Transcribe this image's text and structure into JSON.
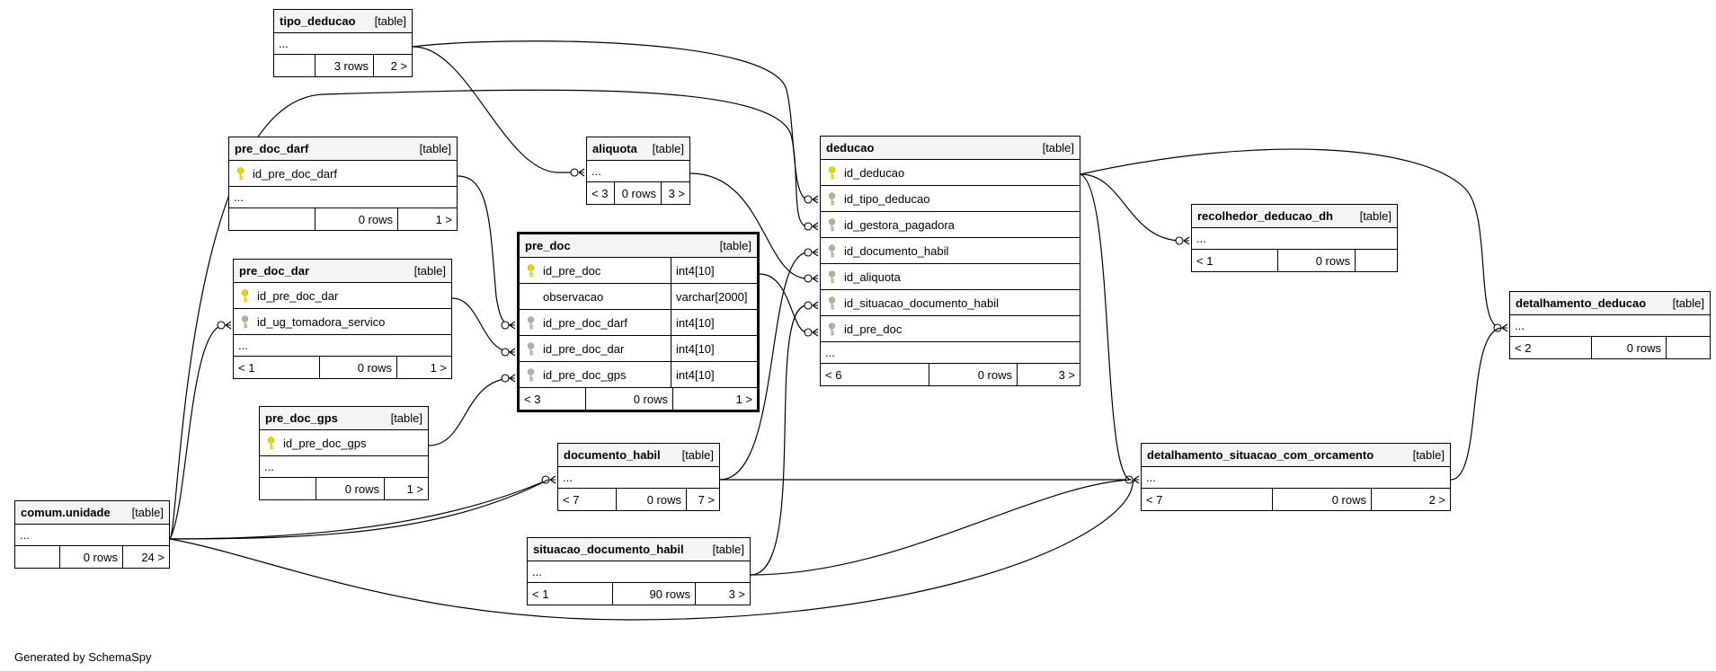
{
  "footer_text": "Generated by SchemaSpy",
  "tables": {
    "tipo_deducao": {
      "name": "tipo_deducao",
      "type": "[table]",
      "columns": [],
      "ellipsis": "...",
      "parents": "",
      "rows": "3 rows",
      "children": "2 >"
    },
    "pre_doc_darf": {
      "name": "pre_doc_darf",
      "type": "[table]",
      "columns": [
        {
          "name": "id_pre_doc_darf",
          "key": "pk"
        }
      ],
      "ellipsis": "...",
      "parents": "",
      "rows": "0 rows",
      "children": "1 >"
    },
    "aliquota": {
      "name": "aliquota",
      "type": "[table]",
      "columns": [],
      "ellipsis": "...",
      "parents": "< 3",
      "rows": "0 rows",
      "children": "3 >"
    },
    "deducao": {
      "name": "deducao",
      "type": "[table]",
      "columns": [
        {
          "name": "id_deducao",
          "key": "pk"
        },
        {
          "name": "id_tipo_deducao",
          "key": "fk"
        },
        {
          "name": "id_gestora_pagadora",
          "key": "fk"
        },
        {
          "name": "id_documento_habil",
          "key": "fk"
        },
        {
          "name": "id_aliquota",
          "key": "fk"
        },
        {
          "name": "id_situacao_documento_habil",
          "key": "fk"
        },
        {
          "name": "id_pre_doc",
          "key": "fk"
        }
      ],
      "ellipsis": "...",
      "parents": "< 6",
      "rows": "0 rows",
      "children": "3 >"
    },
    "recolhedor_deducao_dh": {
      "name": "recolhedor_deducao_dh",
      "type": "[table]",
      "columns": [],
      "ellipsis": "...",
      "parents": "< 1",
      "rows": "0 rows",
      "children": ""
    },
    "pre_doc": {
      "name": "pre_doc",
      "type": "[table]",
      "columns": [
        {
          "name": "id_pre_doc",
          "key": "pk",
          "dtype": "int4[10]"
        },
        {
          "name": "observacao",
          "key": "",
          "dtype": "varchar[2000]"
        },
        {
          "name": "id_pre_doc_darf",
          "key": "fk",
          "dtype": "int4[10]"
        },
        {
          "name": "id_pre_doc_dar",
          "key": "fk",
          "dtype": "int4[10]"
        },
        {
          "name": "id_pre_doc_gps",
          "key": "fk",
          "dtype": "int4[10]"
        }
      ],
      "ellipsis": "",
      "parents": "< 3",
      "rows": "0 rows",
      "children": "1 >"
    },
    "pre_doc_dar": {
      "name": "pre_doc_dar",
      "type": "[table]",
      "columns": [
        {
          "name": "id_pre_doc_dar",
          "key": "pk"
        },
        {
          "name": "id_ug_tomadora_servico",
          "key": "fk"
        }
      ],
      "ellipsis": "...",
      "parents": "< 1",
      "rows": "0 rows",
      "children": "1 >"
    },
    "detalhamento_deducao": {
      "name": "detalhamento_deducao",
      "type": "[table]",
      "columns": [],
      "ellipsis": "...",
      "parents": "< 2",
      "rows": "0 rows",
      "children": ""
    },
    "pre_doc_gps": {
      "name": "pre_doc_gps",
      "type": "[table]",
      "columns": [
        {
          "name": "id_pre_doc_gps",
          "key": "pk"
        }
      ],
      "ellipsis": "...",
      "parents": "",
      "rows": "0 rows",
      "children": "1 >"
    },
    "documento_habil": {
      "name": "documento_habil",
      "type": "[table]",
      "columns": [],
      "ellipsis": "...",
      "parents": "< 7",
      "rows": "0 rows",
      "children": "7 >"
    },
    "detalhamento_situacao_com_orcamento": {
      "name": "detalhamento_situacao_com_orcamento",
      "type": "[table]",
      "columns": [],
      "ellipsis": "...",
      "parents": "< 7",
      "rows": "0 rows",
      "children": "2 >"
    },
    "comum_unidade": {
      "name": "comum.unidade",
      "type": "[table]",
      "columns": [],
      "ellipsis": "...",
      "parents": "",
      "rows": "0 rows",
      "children": "24 >"
    },
    "situacao_documento_habil": {
      "name": "situacao_documento_habil",
      "type": "[table]",
      "columns": [],
      "ellipsis": "...",
      "parents": "< 1",
      "rows": "90 rows",
      "children": "3 >"
    }
  },
  "colors": {
    "primary_key": "#e6d600",
    "foreign_key": "#b0b0b0",
    "header_bg": "#f4f4f4",
    "line": "#000000"
  }
}
